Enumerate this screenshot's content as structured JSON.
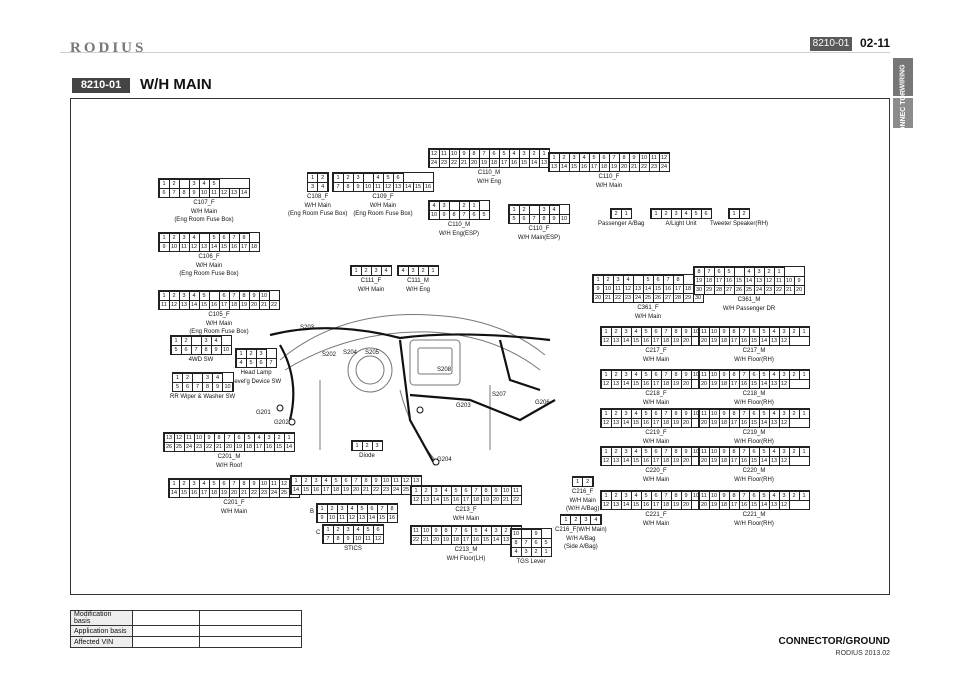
{
  "header": {
    "brand": "RODIUS",
    "code": "8210-01",
    "page": "02-11",
    "tabs": [
      "WIRING",
      "CONNEC TOR"
    ]
  },
  "section": {
    "code": "8210-01",
    "title": "W/H MAIN"
  },
  "connectors": [
    {
      "id": "c107f",
      "rows": [
        [
          "1",
          "2",
          "",
          "3",
          "4",
          "5"
        ],
        [
          "6",
          "7",
          "8",
          "9",
          "10",
          "11",
          "12",
          "13",
          "14"
        ]
      ],
      "caption": [
        "C107_F",
        "W/H Main",
        "(Eng Room Fuse Box)"
      ]
    },
    {
      "id": "c108f",
      "rows": [
        [
          "1",
          "2"
        ],
        [
          "3",
          "4"
        ]
      ],
      "caption": [
        "C108_F",
        "W/H Main",
        "(Eng Room Fuse Box)"
      ]
    },
    {
      "id": "c109f",
      "rows": [
        [
          "1",
          "2",
          "3",
          "",
          "4",
          "5",
          "6"
        ],
        [
          "7",
          "8",
          "9",
          "10",
          "11",
          "12",
          "13",
          "14",
          "15",
          "16"
        ]
      ],
      "caption": [
        "C109_F",
        "W/H Main",
        "(Eng Room Fuse Box)"
      ]
    },
    {
      "id": "c110m",
      "rows": [
        [
          "12",
          "11",
          "10",
          "9",
          "8",
          "7",
          "6",
          "5",
          "4",
          "3",
          "2",
          "1"
        ],
        [
          "24",
          "23",
          "22",
          "21",
          "20",
          "19",
          "18",
          "17",
          "16",
          "15",
          "14",
          "13"
        ]
      ],
      "caption": [
        "C110_M",
        "W/H Eng"
      ]
    },
    {
      "id": "c110f",
      "rows": [
        [
          "1",
          "2",
          "3",
          "4",
          "5",
          "6",
          "7",
          "8",
          "9",
          "10",
          "11",
          "12"
        ],
        [
          "13",
          "14",
          "15",
          "16",
          "17",
          "18",
          "19",
          "20",
          "21",
          "22",
          "23",
          "24"
        ]
      ],
      "caption": [
        "C110_F",
        "W/H Main"
      ]
    },
    {
      "id": "c110mesp",
      "rows": [
        [
          "4",
          "3",
          "",
          "2",
          "1"
        ],
        [
          "10",
          "9",
          "8",
          "7",
          "6",
          "5"
        ]
      ],
      "caption": [
        "C110_M",
        "W/H Eng(ESP)"
      ]
    },
    {
      "id": "c110fesp",
      "rows": [
        [
          "1",
          "2",
          "",
          "3",
          "4"
        ],
        [
          "5",
          "6",
          "7",
          "8",
          "9",
          "10"
        ]
      ],
      "caption": [
        "C110_F",
        "W/H Main(ESP)"
      ]
    },
    {
      "id": "c106f",
      "rows": [
        [
          "1",
          "2",
          "3",
          "4",
          "",
          "5",
          "6",
          "7",
          "8"
        ],
        [
          "9",
          "10",
          "11",
          "12",
          "13",
          "14",
          "15",
          "16",
          "17",
          "18"
        ]
      ],
      "caption": [
        "C106_F",
        "W/H Main",
        "(Eng Room Fuse Box)"
      ]
    },
    {
      "id": "c111f",
      "rows": [
        [
          "1",
          "2",
          "3",
          "4"
        ]
      ],
      "caption": [
        "C111_F",
        "W/H Main"
      ]
    },
    {
      "id": "c111m",
      "rows": [
        [
          "4",
          "3",
          "2",
          "1"
        ]
      ],
      "caption": [
        "C111_M",
        "W/H Eng"
      ]
    },
    {
      "id": "pab",
      "rows": [
        [
          "2",
          "1"
        ]
      ],
      "caption": [
        "Passenger A/Bag"
      ]
    },
    {
      "id": "alu",
      "rows": [
        [
          "1",
          "2",
          "3",
          "4",
          "5",
          "6"
        ]
      ],
      "caption": [
        "A/Light Unit"
      ]
    },
    {
      "id": "tws",
      "rows": [
        [
          "1",
          "2"
        ]
      ],
      "caption": [
        "Tweeter Speaker(RH)"
      ]
    },
    {
      "id": "c105f",
      "rows": [
        [
          "1",
          "2",
          "3",
          "4",
          "5",
          "",
          "6",
          "7",
          "8",
          "9",
          "10"
        ],
        [
          "11",
          "12",
          "13",
          "14",
          "15",
          "16",
          "17",
          "18",
          "19",
          "20",
          "21",
          "22"
        ]
      ],
      "caption": [
        "C105_F",
        "W/H Main",
        "(Eng Room Fuse Box)"
      ]
    },
    {
      "id": "c361f",
      "rows": [
        [
          "1",
          "2",
          "3",
          "4",
          "",
          "5",
          "6",
          "7",
          "8"
        ],
        [
          "9",
          "10",
          "11",
          "12",
          "13",
          "14",
          "15",
          "16",
          "17",
          "18",
          "19"
        ],
        [
          "20",
          "21",
          "22",
          "23",
          "24",
          "25",
          "26",
          "27",
          "28",
          "29",
          "30"
        ]
      ],
      "caption": [
        "C361_F",
        "W/H Main"
      ]
    },
    {
      "id": "c361m",
      "rows": [
        [
          "8",
          "7",
          "6",
          "5",
          "",
          "4",
          "3",
          "2",
          "1"
        ],
        [
          "19",
          "18",
          "17",
          "16",
          "15",
          "14",
          "13",
          "12",
          "11",
          "10",
          "9"
        ],
        [
          "30",
          "29",
          "28",
          "27",
          "26",
          "25",
          "24",
          "23",
          "22",
          "21",
          "20"
        ]
      ],
      "caption": [
        "C361_M",
        "W/H Passenger DR"
      ]
    },
    {
      "id": "4wd",
      "rows": [
        [
          "1",
          "2",
          "",
          "3",
          "4"
        ],
        [
          "5",
          "6",
          "7",
          "8",
          "9",
          "10"
        ]
      ],
      "caption": [
        "4WD SW"
      ]
    },
    {
      "id": "headlamp",
      "rows": [
        [
          "1",
          "2",
          "3"
        ],
        [
          "4",
          "5",
          "6",
          "7"
        ]
      ],
      "caption": [
        "Head Lamp",
        "Level'g Device SW"
      ]
    },
    {
      "id": "rrwiper",
      "rows": [
        [
          "1",
          "2",
          "",
          "3",
          "4"
        ],
        [
          "5",
          "6",
          "7",
          "8",
          "9",
          "10"
        ]
      ],
      "caption": [
        "RR Wiper & Washer SW"
      ]
    },
    {
      "id": "c201m",
      "rows": [
        [
          "13",
          "12",
          "11",
          "10",
          "9",
          "8",
          "7",
          "6",
          "5",
          "4",
          "3",
          "2",
          "1"
        ],
        [
          "26",
          "25",
          "24",
          "23",
          "22",
          "21",
          "20",
          "19",
          "18",
          "17",
          "16",
          "15",
          "14"
        ]
      ],
      "caption": [
        "C201_M",
        "W/H Roof"
      ]
    },
    {
      "id": "c201f",
      "rows": [
        [
          "1",
          "2",
          "3",
          "4",
          "5",
          "6",
          "7",
          "8",
          "9",
          "10",
          "11",
          "12",
          "13"
        ],
        [
          "14",
          "15",
          "16",
          "17",
          "18",
          "19",
          "20",
          "21",
          "22",
          "23",
          "24",
          "25",
          "26"
        ]
      ],
      "caption": [
        "C201_F",
        "W/H Main"
      ]
    },
    {
      "id": "diode",
      "rows": [
        [
          "1",
          "2",
          "3"
        ]
      ],
      "caption": [
        "Diode"
      ]
    },
    {
      "id": "sticsa",
      "rows": [
        [
          "1",
          "2",
          "3",
          "4",
          "5",
          "6",
          "7",
          "8",
          "9",
          "10",
          "11",
          "12",
          "13"
        ],
        [
          "14",
          "15",
          "16",
          "17",
          "18",
          "19",
          "20",
          "21",
          "22",
          "23",
          "24",
          "25",
          "26"
        ]
      ],
      "caption": []
    },
    {
      "id": "sticsb",
      "rows": [
        [
          "1",
          "2",
          "3",
          "4",
          "5",
          "6",
          "7",
          "8"
        ],
        [
          "9",
          "10",
          "11",
          "12",
          "13",
          "14",
          "15",
          "16"
        ]
      ],
      "caption": []
    },
    {
      "id": "sticsc",
      "rows": [
        [
          "1",
          "2",
          "3",
          "4",
          "5",
          "6"
        ],
        [
          "7",
          "8",
          "9",
          "10",
          "11",
          "12"
        ]
      ],
      "caption": [
        "STICS"
      ]
    },
    {
      "id": "c213f",
      "rows": [
        [
          "1",
          "2",
          "3",
          "4",
          "5",
          "6",
          "7",
          "8",
          "9",
          "10",
          "11"
        ],
        [
          "12",
          "13",
          "14",
          "15",
          "16",
          "17",
          "18",
          "19",
          "20",
          "21",
          "22"
        ]
      ],
      "caption": [
        "C213_F",
        "W/H Main"
      ]
    },
    {
      "id": "c213m",
      "rows": [
        [
          "11",
          "10",
          "9",
          "8",
          "7",
          "6",
          "5",
          "4",
          "3",
          "2",
          "1"
        ],
        [
          "22",
          "21",
          "20",
          "19",
          "18",
          "17",
          "16",
          "15",
          "14",
          "13",
          "12"
        ]
      ],
      "caption": [
        "C213_M",
        "W/H Floor(LH)"
      ]
    },
    {
      "id": "tgs",
      "rows": [
        [
          "10",
          "",
          "9"
        ],
        [
          "8",
          "7",
          "6",
          "5"
        ],
        [
          "4",
          "3",
          "2",
          "1"
        ]
      ],
      "caption": [
        "TGS Lever"
      ]
    },
    {
      "id": "c216f1",
      "rows": [
        [
          "1",
          "2"
        ]
      ],
      "caption": [
        "C216_F",
        "W/H Main",
        "(W/H A/Bag)"
      ]
    },
    {
      "id": "c216f2",
      "rows": [
        [
          "1",
          "2",
          "3",
          "4"
        ]
      ],
      "caption": [
        "C216_F(W/H Main)",
        "W/H A/Bag",
        "(Side A/Bag)"
      ]
    },
    {
      "id": "c217f",
      "rows": [
        [
          "1",
          "2",
          "3",
          "4",
          "5",
          "6",
          "7",
          "8",
          "9",
          "10",
          "11"
        ],
        [
          "12",
          "13",
          "14",
          "15",
          "16",
          "17",
          "18",
          "19",
          "20"
        ]
      ],
      "caption": [
        "C217_F",
        "W/H Main"
      ]
    },
    {
      "id": "c217m",
      "rows": [
        [
          "11",
          "10",
          "9",
          "8",
          "7",
          "6",
          "5",
          "4",
          "3",
          "2",
          "1"
        ],
        [
          "20",
          "19",
          "18",
          "17",
          "16",
          "15",
          "14",
          "13",
          "12"
        ]
      ],
      "caption": [
        "C217_M",
        "W/H Floor(RH)"
      ]
    },
    {
      "id": "c218f",
      "rows": [
        [
          "1",
          "2",
          "3",
          "4",
          "5",
          "6",
          "7",
          "8",
          "9",
          "10",
          "11"
        ],
        [
          "12",
          "13",
          "14",
          "15",
          "16",
          "17",
          "18",
          "19",
          "20"
        ]
      ],
      "caption": [
        "C218_F",
        "W/H Main"
      ]
    },
    {
      "id": "c218m",
      "rows": [
        [
          "11",
          "10",
          "9",
          "8",
          "7",
          "6",
          "5",
          "4",
          "3",
          "2",
          "1"
        ],
        [
          "20",
          "19",
          "18",
          "17",
          "16",
          "15",
          "14",
          "13",
          "12"
        ]
      ],
      "caption": [
        "C218_M",
        "W/H Floor(RH)"
      ]
    },
    {
      "id": "c219f",
      "rows": [
        [
          "1",
          "2",
          "3",
          "4",
          "5",
          "6",
          "7",
          "8",
          "9",
          "10",
          "11"
        ],
        [
          "12",
          "13",
          "14",
          "15",
          "16",
          "17",
          "18",
          "19",
          "20"
        ]
      ],
      "caption": [
        "C219_F",
        "W/H Main"
      ]
    },
    {
      "id": "c219m",
      "rows": [
        [
          "11",
          "10",
          "9",
          "8",
          "7",
          "6",
          "5",
          "4",
          "3",
          "2",
          "1"
        ],
        [
          "20",
          "19",
          "18",
          "17",
          "16",
          "15",
          "14",
          "13",
          "12"
        ]
      ],
      "caption": [
        "C219_M",
        "W/H Floor(RH)"
      ]
    },
    {
      "id": "c220f",
      "rows": [
        [
          "1",
          "2",
          "3",
          "4",
          "5",
          "6",
          "7",
          "8",
          "9",
          "10",
          "11"
        ],
        [
          "12",
          "13",
          "14",
          "15",
          "16",
          "17",
          "18",
          "19",
          "20"
        ]
      ],
      "caption": [
        "C220_F",
        "W/H Main"
      ]
    },
    {
      "id": "c220m",
      "rows": [
        [
          "11",
          "10",
          "9",
          "8",
          "7",
          "6",
          "5",
          "4",
          "3",
          "2",
          "1"
        ],
        [
          "20",
          "19",
          "18",
          "17",
          "16",
          "15",
          "14",
          "13",
          "12"
        ]
      ],
      "caption": [
        "C220_M",
        "W/H Floor(RH)"
      ]
    },
    {
      "id": "c221f",
      "rows": [
        [
          "1",
          "2",
          "3",
          "4",
          "5",
          "6",
          "7",
          "8",
          "9",
          "10",
          "11"
        ],
        [
          "12",
          "13",
          "14",
          "15",
          "16",
          "17",
          "18",
          "19",
          "20"
        ]
      ],
      "caption": [
        "C221_F",
        "W/H Main"
      ]
    },
    {
      "id": "c221m",
      "rows": [
        [
          "11",
          "10",
          "9",
          "8",
          "7",
          "6",
          "5",
          "4",
          "3",
          "2",
          "1"
        ],
        [
          "20",
          "19",
          "18",
          "17",
          "16",
          "15",
          "14",
          "13",
          "12"
        ]
      ],
      "caption": [
        "C221_M",
        "W/H Floor(RH)"
      ]
    }
  ],
  "diagram_labels": {
    "s203": "S203",
    "s202": "S202",
    "s204": "S204",
    "s205": "S205",
    "s208": "S208",
    "s207": "S207",
    "g206": "G206",
    "g203": "G203",
    "g201": "G201",
    "g202": "G202",
    "g204": "G204",
    "stics_a": "A",
    "stics_b": "B",
    "stics_c": "C"
  },
  "footer": {
    "rows": [
      "Modification basis",
      "Application basis",
      "Affected VIN"
    ],
    "title": "CONNECTOR/GROUND",
    "sub": "RODIUS 2013.02"
  }
}
